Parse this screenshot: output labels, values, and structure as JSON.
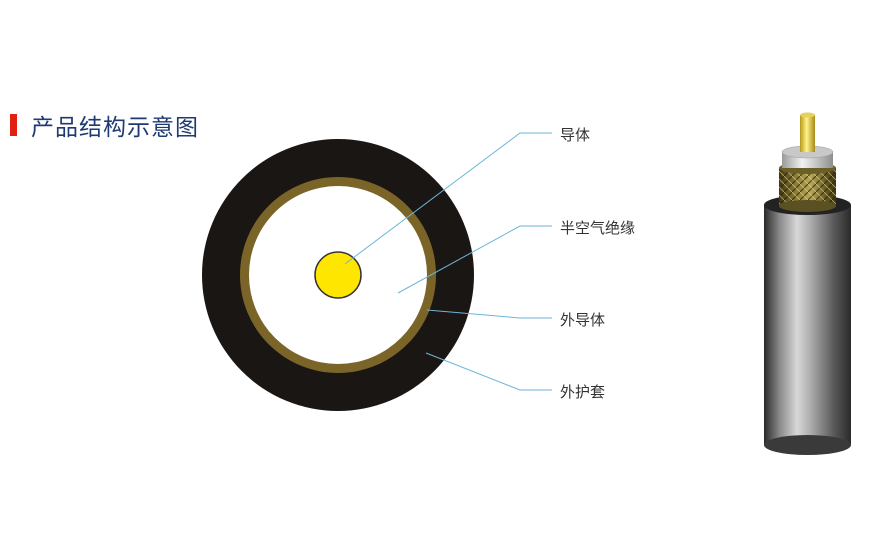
{
  "title": "产品结构示意图",
  "labels": {
    "conductor": "导体",
    "semi_air_insulation": "半空气绝缘",
    "outer_conductor": "外导体",
    "outer_jacket": "外护套"
  },
  "colors": {
    "accent_bar": "#e02010",
    "title_text": "#1f3a73",
    "jacket": "#1a1614",
    "outer_conductor_ring": "#7a6428",
    "insulation": "#ffffff",
    "conductor": "#ffe600",
    "leader_line": "#6cb6d6"
  }
}
